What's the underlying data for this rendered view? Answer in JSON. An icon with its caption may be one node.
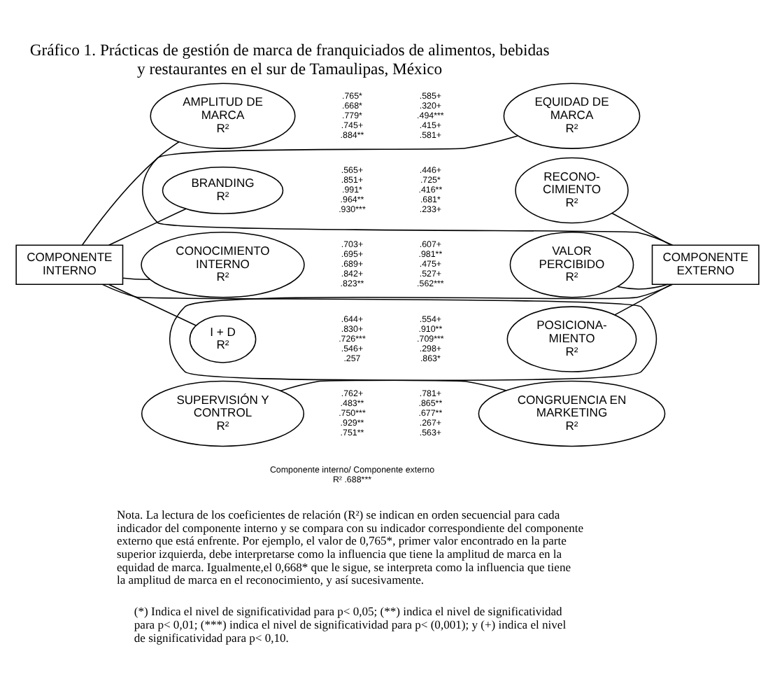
{
  "diagram": {
    "title": "Gráfico 1. Prácticas de gestión de marca de franquiciados de alimentos, bebidas y restaurantes en el sur de Tamaulipas, México",
    "nodes": [
      {
        "text": [
          "COMPONENTE INTERNO"
        ]
      },
      {
        "text": [
          "AMPLITUD DE MARCA",
          "R²"
        ],
        "beside": [
          ".765*",
          ".668*",
          ".779*",
          ".745+",
          ".884**"
        ]
      },
      {
        "text": [
          "BRANDING",
          "R²"
        ],
        "beside": [
          ".565+",
          ".851+",
          ".991*",
          ".964**",
          ".930***"
        ]
      },
      {
        "text": [
          "CONOCIMIENTO INTERNO",
          "R²"
        ],
        "beside": [
          ".703+",
          ".695+",
          ".689+",
          ".842+",
          ".823**"
        ]
      },
      {
        "text": [
          "I + D",
          "R²"
        ],
        "beside": [
          ".644+",
          ".830+",
          ".726***",
          ".546+",
          ".257"
        ]
      },
      {
        "text": [
          "SUPERVISIÓN Y CONTROL",
          "R²"
        ],
        "beside": [
          ".762+",
          ".483**",
          ".750***",
          ".929**",
          ".751**"
        ]
      },
      {
        "text": [
          "EQUIDAD DE MARCA",
          "R²"
        ],
        "beside": [
          ".585+",
          ".320+",
          ".494***",
          ".415+",
          ".581+"
        ]
      },
      {
        "text": [
          "RECONO- CIMIENTO",
          "R²"
        ],
        "beside": [
          ".446+",
          ".725*",
          ".416**",
          ".681*",
          ".233+"
        ]
      },
      {
        "text": [
          "VALOR PERCIBIDO",
          "R²"
        ],
        "beside": [
          ".607+",
          ".981**",
          ".475+",
          ".527+",
          ".562***"
        ]
      },
      {
        "text": [
          "POSICIONA- MIENTO",
          "R²"
        ],
        "beside": [
          ".554+",
          ".910**",
          ".709***",
          ".298+",
          ".863*"
        ]
      },
      {
        "text": [
          "CONGRUENCIA EN MARKETING",
          "R²"
        ],
        "beside": [
          ".781+",
          ".865**",
          ".677**",
          ".267+",
          ".563+"
        ]
      },
      {
        "text": [
          "COMPONENTE EXTERNO"
        ]
      }
    ],
    "edges": [
      {
        "from": 0,
        "to": 1,
        "arrow": "none"
      },
      {
        "from": 0,
        "to": 2,
        "arrow": "none"
      },
      {
        "from": 0,
        "to": 3,
        "arrow": "none"
      },
      {
        "from": 0,
        "to": 4,
        "arrow": "none"
      },
      {
        "from": 0,
        "to": 5,
        "arrow": "none"
      },
      {
        "from": 6,
        "to": 11,
        "arrow": "none"
      },
      {
        "from": 7,
        "to": 11,
        "arrow": "none"
      },
      {
        "from": 8,
        "to": 11,
        "arrow": "none"
      },
      {
        "from": 9,
        "to": 11,
        "arrow": "none"
      },
      {
        "from": 10,
        "to": 11,
        "arrow": "none"
      }
    ],
    "labels": [
      "Componente interno/ Componente externo R² .688***",
      "Nota. La lectura de los coeficientes de relación (R²) se indican en orden secuencial para cada indicador del componente interno y se compara con su indicador correspondiente del componente externo que está enfrente. Por ejemplo, el valor de 0,765*, primer valor encontrado en la parte superior izquierda, debe interpretarse como la influencia que tiene la amplitud de marca en la equidad de marca. Igualmente,el 0,668* que le sigue, se interpreta como la influencia que tiene la amplitud de marca en el reconocimiento, y así sucesivamente.",
      "(*) Indica el nivel de significatividad para p< 0,05; (**) indica el nivel de significatividad para p< 0,01; (***) indica el nivel de significatividad para p< (0,001); y (+) indica el nivel de significatividad para p< 0,10."
    ]
  }
}
